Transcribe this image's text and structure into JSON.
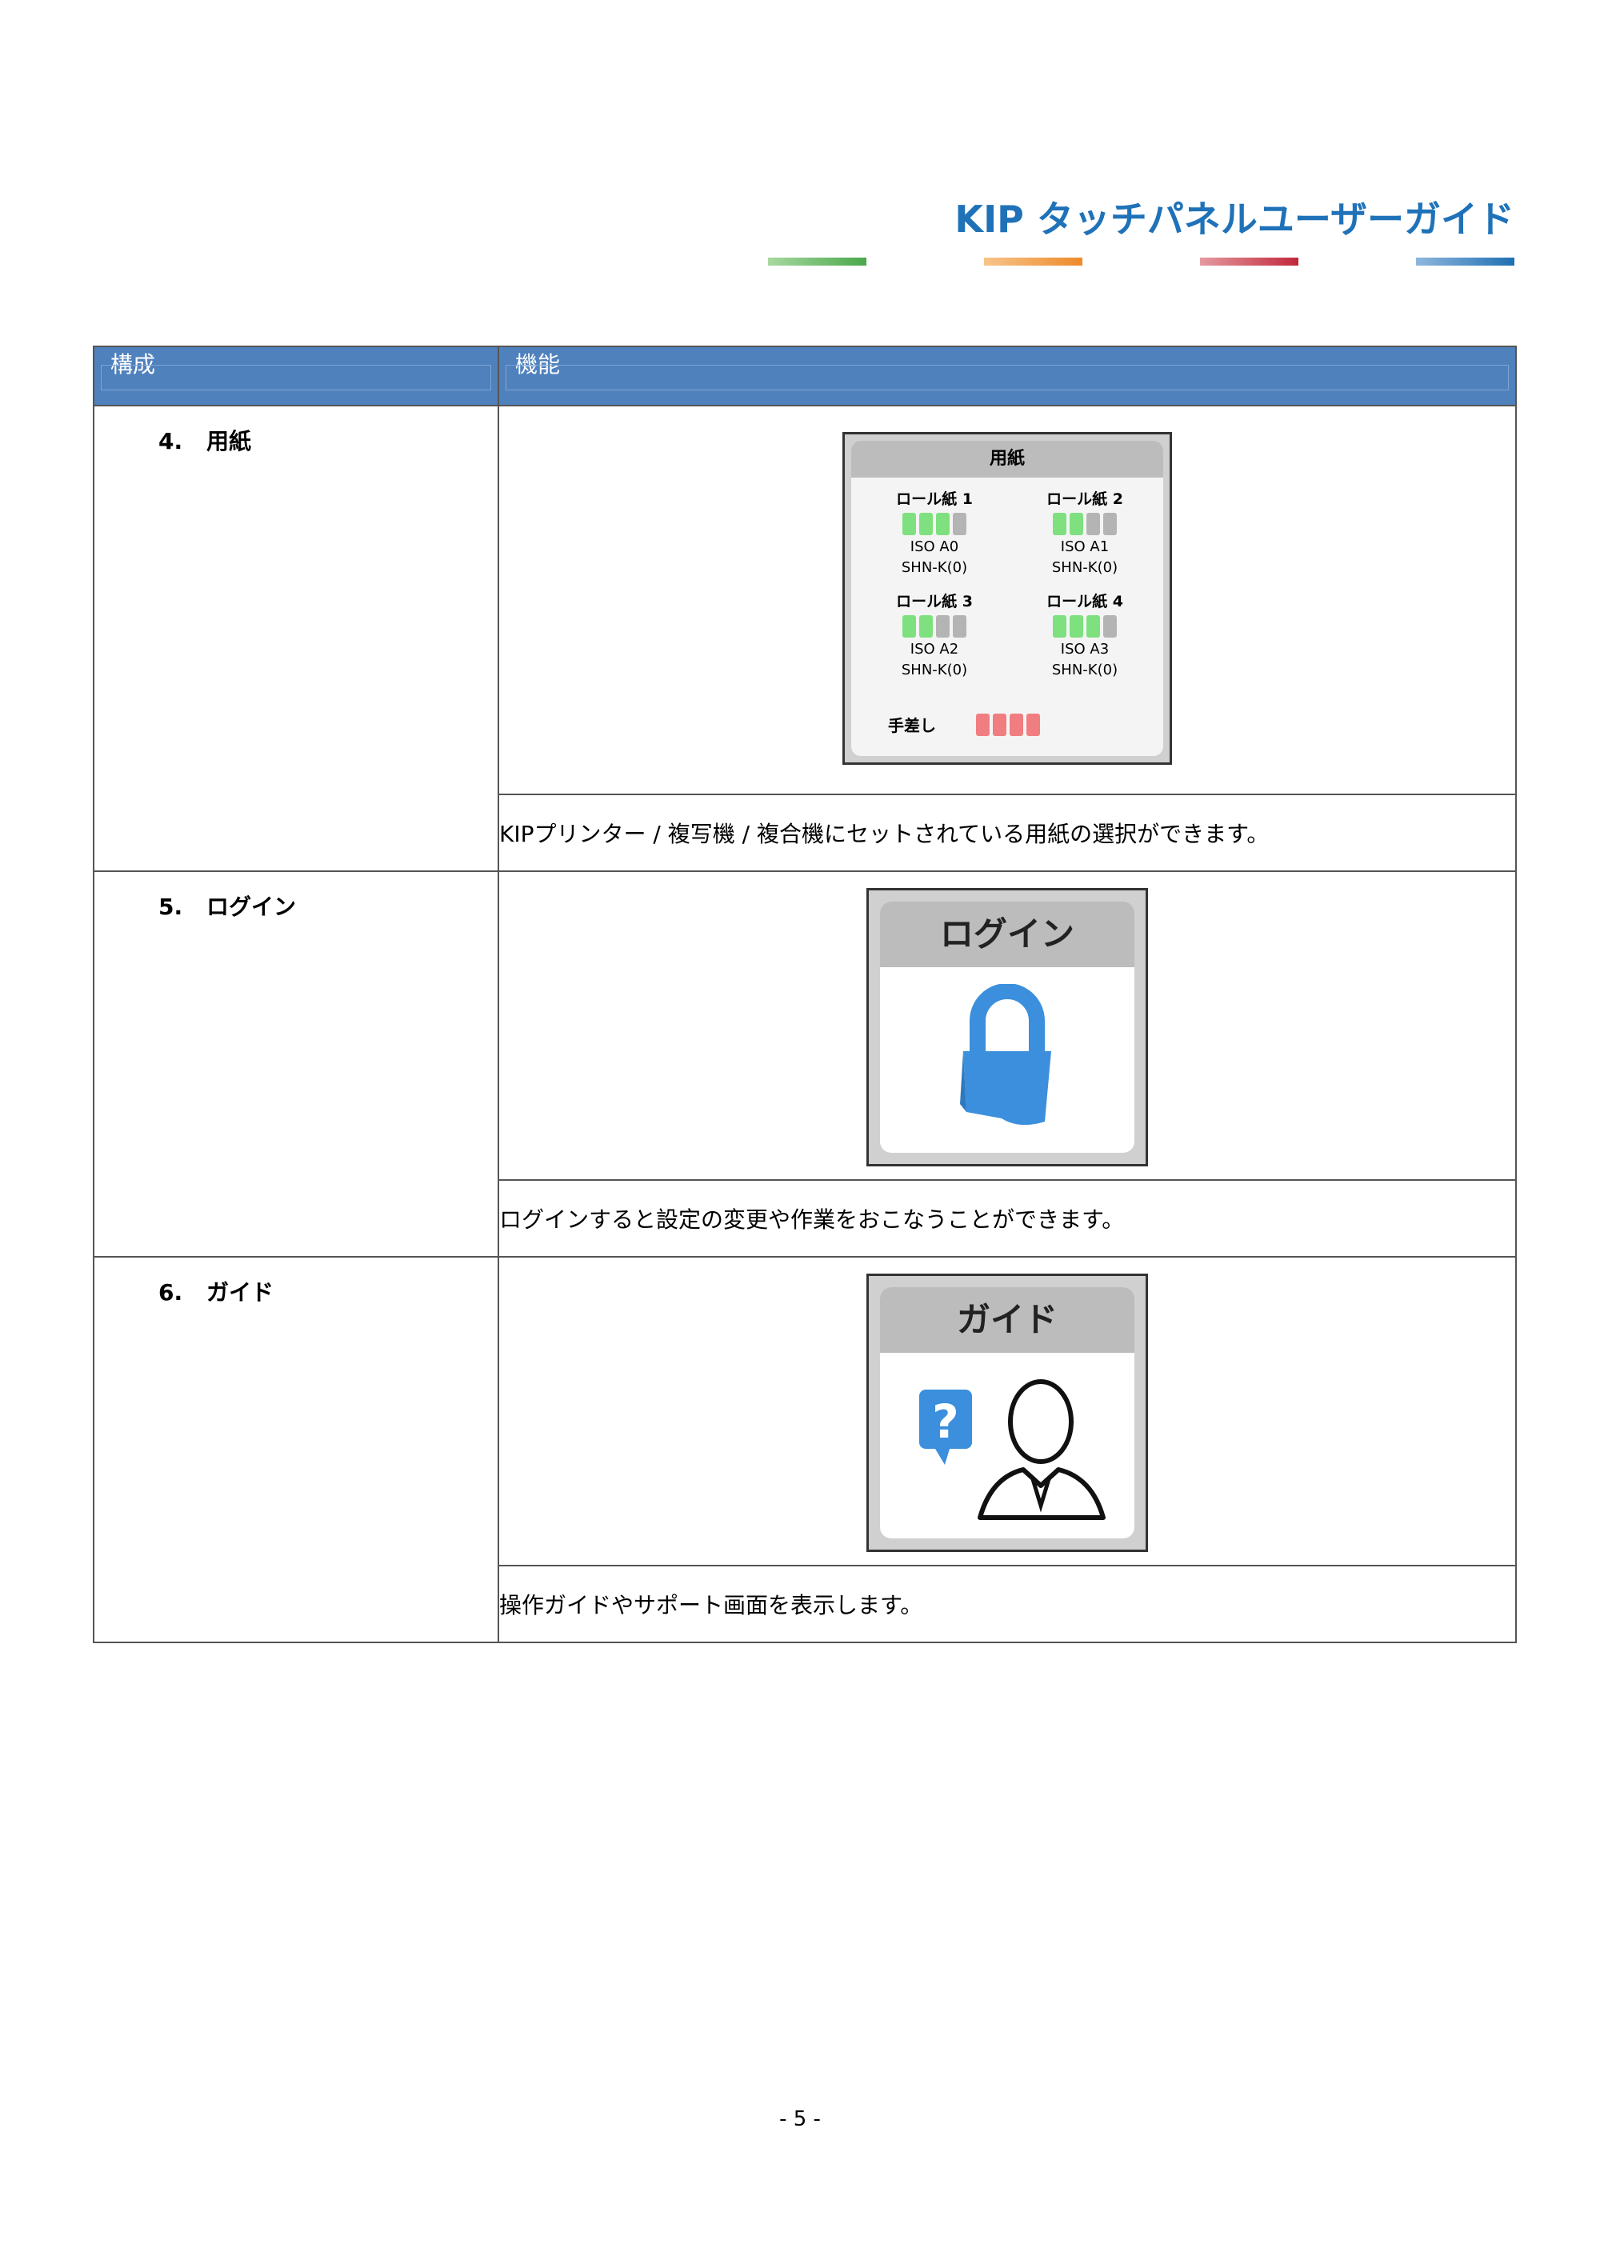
{
  "header": {
    "title": "KIP タッチパネルユーザーガイド",
    "accent_colors": [
      "#4aa84a",
      "#ee8a2a",
      "#c2273b",
      "#1f6fb3"
    ]
  },
  "table": {
    "headers": [
      "構成",
      "機能"
    ],
    "header_color": "#4f81bd",
    "rows": [
      {
        "number": "4.",
        "name": "用紙",
        "description": "KIPプリンター / 複写機 / 複合機にセットされている用紙の選択ができます。",
        "panel": {
          "title": "用紙",
          "rolls": [
            {
              "name": "ロール紙 1",
              "size": "ISO A0",
              "media": "SHN-K(0)",
              "level": 3
            },
            {
              "name": "ロール紙 2",
              "size": "ISO A1",
              "media": "SHN-K(0)",
              "level": 2
            },
            {
              "name": "ロール紙 3",
              "size": "ISO A2",
              "media": "SHN-K(0)",
              "level": 2
            },
            {
              "name": "ロール紙 4",
              "size": "ISO A3",
              "media": "SHN-K(0)",
              "level": 3
            }
          ],
          "manual_label": "手差し",
          "manual_level": 4
        }
      },
      {
        "number": "5.",
        "name": "ログイン",
        "description": "ログインすると設定の変更や作業をおこなうことができます。",
        "tile_title": "ログイン",
        "icon": "lock-icon"
      },
      {
        "number": "6.",
        "name": "ガイド",
        "description": "操作ガイドやサポート画面を表示します。",
        "tile_title": "ガイド",
        "icon": "help-person-icon"
      }
    ]
  },
  "footer": {
    "page_number": "- 5 -"
  }
}
